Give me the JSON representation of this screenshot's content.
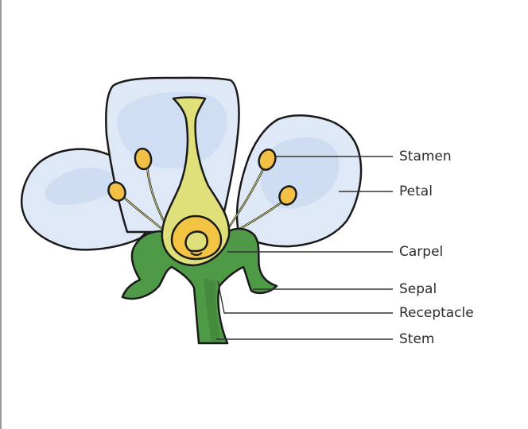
{
  "colors": {
    "petal_fill": "#dfe8f6",
    "petal_shade": "#c6d8ef",
    "sepal_fill": "#4f9a46",
    "sepal_dark": "#3d7f36",
    "carpel_fill": "#dfe07a",
    "carpel_inner": "#f3c443",
    "anther_fill": "#f1c044",
    "outline": "#1a1a1a",
    "leader": "#333333"
  },
  "labels": {
    "stamen": "Stamen",
    "petal": "Petal",
    "carpel": "Carpel",
    "sepal": "Sepal",
    "receptacle": "Receptacle",
    "stem": "Stem"
  }
}
